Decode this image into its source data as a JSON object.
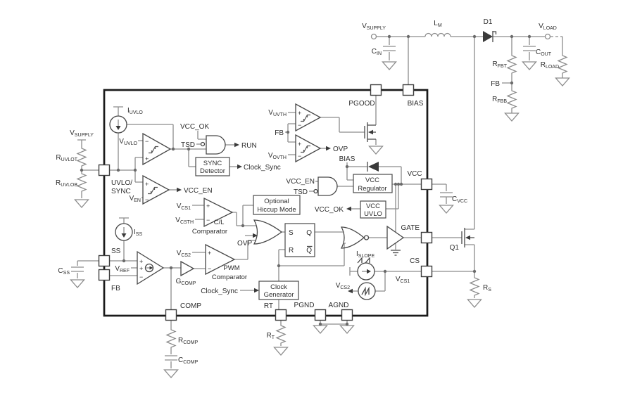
{
  "colors": {
    "ic_border": "#1a1a1a",
    "wire": "#8c8c8c",
    "symbol": "#474747",
    "text": "#2d2d2d",
    "background": "#ffffff"
  },
  "labels": {
    "vsupply": {
      "m": "V",
      "s": "SUPPLY"
    },
    "vload": {
      "m": "V",
      "s": "LOAD"
    },
    "cin": {
      "m": "C",
      "s": "IN"
    },
    "cout": {
      "m": "C",
      "s": "OUT"
    },
    "rload": {
      "m": "R",
      "s": "LOAD"
    },
    "lm": {
      "m": "L",
      "s": "M"
    },
    "rfbt": {
      "m": "R",
      "s": "FBT"
    },
    "rfbb": {
      "m": "R",
      "s": "FBB"
    },
    "ruvlot": {
      "m": "R",
      "s": "UVLOT"
    },
    "ruvlob": {
      "m": "R",
      "s": "UVLOB"
    },
    "iuvlo": {
      "m": "I",
      "s": "UVLO"
    },
    "vuvlo": {
      "m": "V",
      "s": "UVLO"
    },
    "ven": {
      "m": "V",
      "s": "EN"
    },
    "vuvth": {
      "m": "V",
      "s": "UVTH"
    },
    "vovth": {
      "m": "V",
      "s": "OVTH"
    },
    "vcs1": {
      "m": "V",
      "s": "CS1"
    },
    "vcsth": {
      "m": "V",
      "s": "CSTH"
    },
    "vcs2": {
      "m": "V",
      "s": "CS2"
    },
    "vref": {
      "m": "V",
      "s": "REF"
    },
    "iss": {
      "m": "I",
      "s": "SS"
    },
    "css": {
      "m": "C",
      "s": "SS"
    },
    "gcomp": {
      "m": "G",
      "s": "COMP"
    },
    "rcomp": {
      "m": "R",
      "s": "COMP"
    },
    "ccomp": {
      "m": "C",
      "s": "COMP"
    },
    "rt_res": {
      "m": "R",
      "s": "T"
    },
    "cvcc": {
      "m": "C",
      "s": "VCC"
    },
    "islope": {
      "m": "I",
      "s": "SLOPE"
    },
    "rs": {
      "m": "R",
      "s": "S"
    },
    "d1": "D1",
    "q1": "Q1",
    "fb": "FB",
    "pgood": "PGOOD",
    "bias": "BIAS",
    "vcc": "VCC",
    "vcc_ok": "VCC_OK",
    "vcc_en": "VCC_EN",
    "tsd": "TSD",
    "run": "RUN",
    "ovp": "OVP",
    "ss": "SS",
    "comp": "COMP",
    "cs": "CS",
    "gate": "GATE",
    "pgnd": "PGND",
    "agnd": "AGND",
    "rt_pin": "RT",
    "uvlo_sync_line1": "UVLO/",
    "uvlo_sync_line2": "SYNC",
    "clock_sync": "Clock_Sync",
    "sync_detector_line1": "SYNC",
    "sync_detector_line2": "Detector",
    "clock_generator_line1": "Clock",
    "clock_generator_line2": "Generator",
    "vcc_regulator_line1": "VCC",
    "vcc_regulator_line2": "Regulator",
    "vcc_uvlo_line1": "VCC",
    "vcc_uvlo_line2": "UVLO",
    "hiccup_line1": "Optional",
    "hiccup_line2": "Hiccup Mode",
    "cl_comp_line1": "C/L",
    "cl_comp_line2": "Comparator",
    "pwm_comp_line1": "PWM",
    "pwm_comp_line2": "Comparator",
    "latch_s": "S",
    "latch_q": "Q",
    "latch_r": "R",
    "latch_qb": "Q",
    "plus": "+",
    "minus": "−"
  }
}
